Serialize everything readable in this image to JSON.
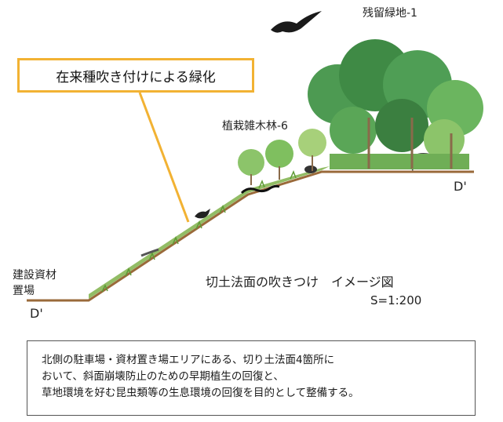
{
  "callout_text": "在来種吹き付けによる緑化",
  "labels": {
    "remnant_forest": "残留緑地-1",
    "planted_forest": "植栽雑木林-6",
    "storage_area_line1": "建設資材",
    "storage_area_line2": "置場",
    "section_mark_left": "D'",
    "section_mark_right": "D'"
  },
  "diagram_title": "切土法面の吹きつけ　イメージ図",
  "scale": "S=1:200",
  "description": [
    "北側の駐車場・資材置き場エリアにある、切り土法面4箇所に",
    "おいて、斜面崩壊防止のための早期植生の回復と、",
    "草地環境を好む昆虫類等の生息環境の回復を目的として整備する。"
  ],
  "colors": {
    "callout_border": "#f2b233",
    "ground_line": "#9a6a3a",
    "grass": "#7fb24a",
    "tree_dark": "#3f8a45",
    "tree_light": "#8cc46a"
  }
}
